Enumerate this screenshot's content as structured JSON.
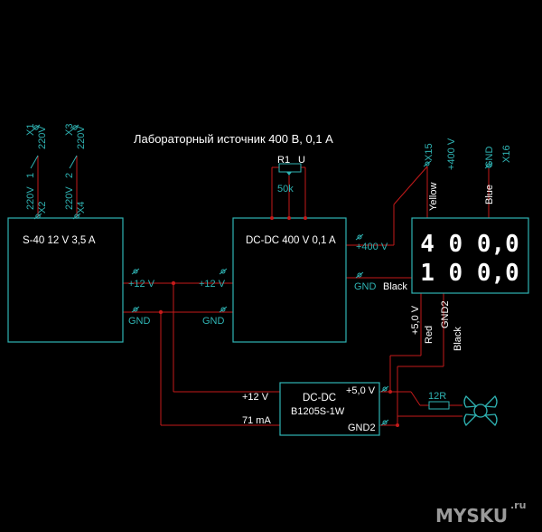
{
  "title": "Лабораторный источник 400 В, 0,1 А",
  "colors": {
    "background": "#000000",
    "component": "#2fb3b3",
    "wire": "#c41a1a",
    "text": "#ffffff",
    "pin_label": "#2fb3b3",
    "watermark": "#9a9a9a"
  },
  "switches": {
    "x1": "X1",
    "x2": "X2",
    "x3": "X3",
    "x4": "X4",
    "v_top_1": "220V",
    "v_top_2": "220V",
    "v_bot_1": "220V",
    "v_bot_2": "220V",
    "num_1": "1",
    "num_2": "2"
  },
  "psu": {
    "label": "S-40 12 V 3,5 A",
    "pin_plus": "+12 V",
    "pin_gnd": "GND"
  },
  "resistor_r1": {
    "ref": "R1",
    "pin": "U",
    "value": "50k"
  },
  "dcdc400": {
    "label": "DC-DC 400 V 0,1 A",
    "pin_in_plus": "+12 V",
    "pin_in_gnd": "GND",
    "pin_out_plus": "+400 V",
    "pin_out_gnd": "GND"
  },
  "wire_labels": {
    "black_out": "Black",
    "yellow": "Yellow",
    "blue": "Blue",
    "red": "Red",
    "black_meter": "Black"
  },
  "meter": {
    "x15": "X15",
    "plus400": "+400 V",
    "gnd": "GND",
    "x16": "X16",
    "pin_plus5": "+5,0 V",
    "pin_gnd2": "GND2",
    "voltage_reading": "4 0 0,0",
    "current_reading": "1 0 0,0"
  },
  "b1205": {
    "label1": "DC-DC",
    "label2": "B1205S-1W",
    "pin_in": "+12 V",
    "current": "71 mA",
    "pin_out_plus": "+5,0 V",
    "pin_out_gnd": "GND2"
  },
  "fan": {
    "resistor": "12R"
  },
  "watermark": {
    "brand": "MYSKU",
    "tld": ".ru"
  }
}
